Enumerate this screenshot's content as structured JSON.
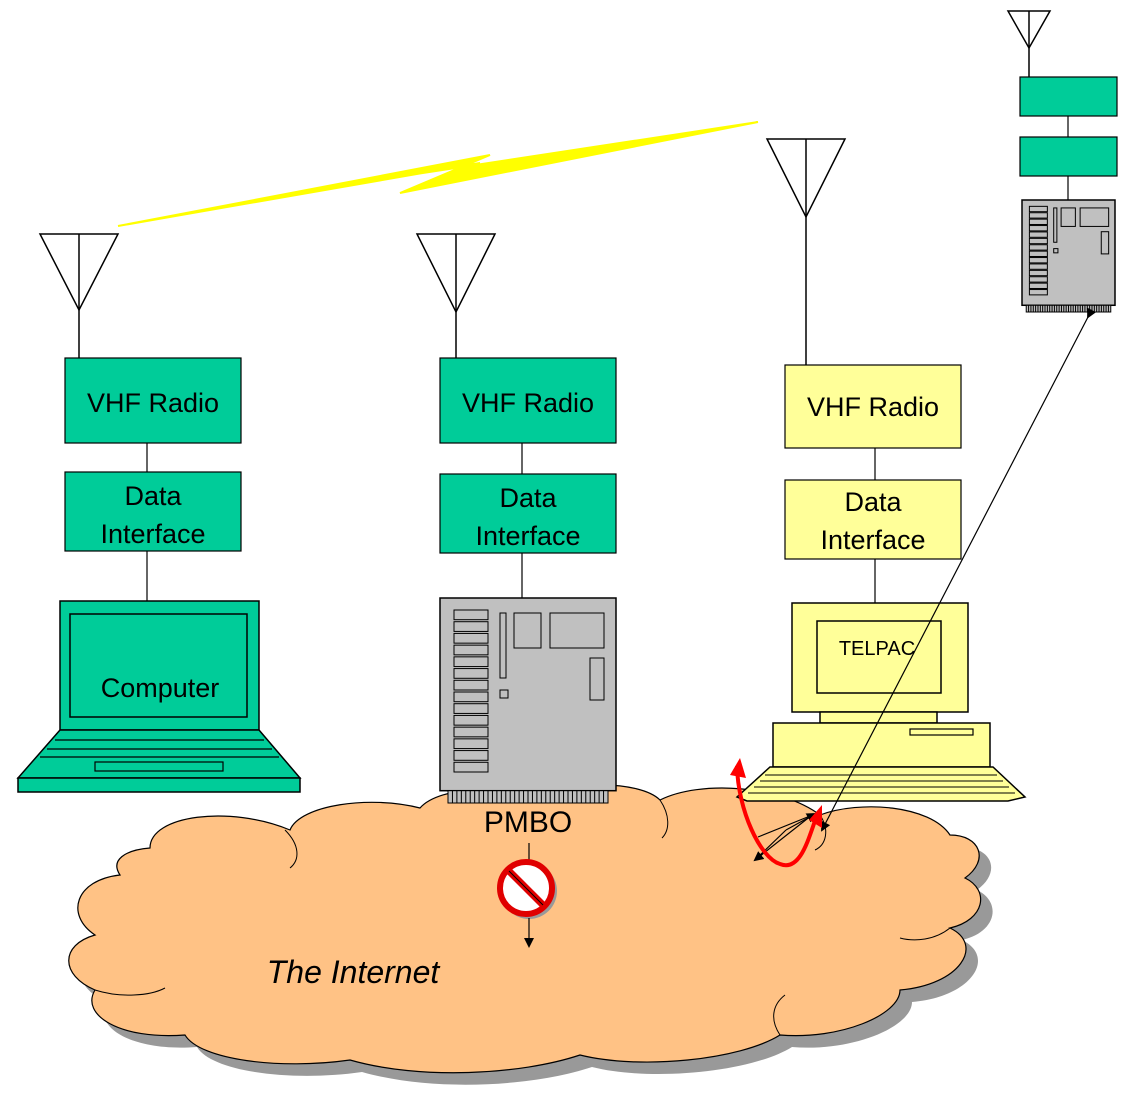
{
  "colors": {
    "green": "#00CC99",
    "yellow": "#FFFF99",
    "cloud": "#FFC285",
    "cloud_shadow": "#999999",
    "lightning": "#FFFF00",
    "server_gray": "#C0C0C0",
    "red_arrow": "#FF0000",
    "prohibit_red": "#E00000"
  },
  "stations": {
    "left": {
      "radio": "VHF Radio",
      "interface": [
        "Data",
        "Interface"
      ],
      "computer": "Computer"
    },
    "middle": {
      "radio": "VHF Radio",
      "interface": [
        "Data",
        "Interface"
      ],
      "server_label": "PMBO"
    },
    "right": {
      "radio": "VHF Radio",
      "interface": [
        "Data",
        "Interface"
      ],
      "screen": "TELPAC"
    }
  },
  "cloud": {
    "label": "The Internet"
  }
}
